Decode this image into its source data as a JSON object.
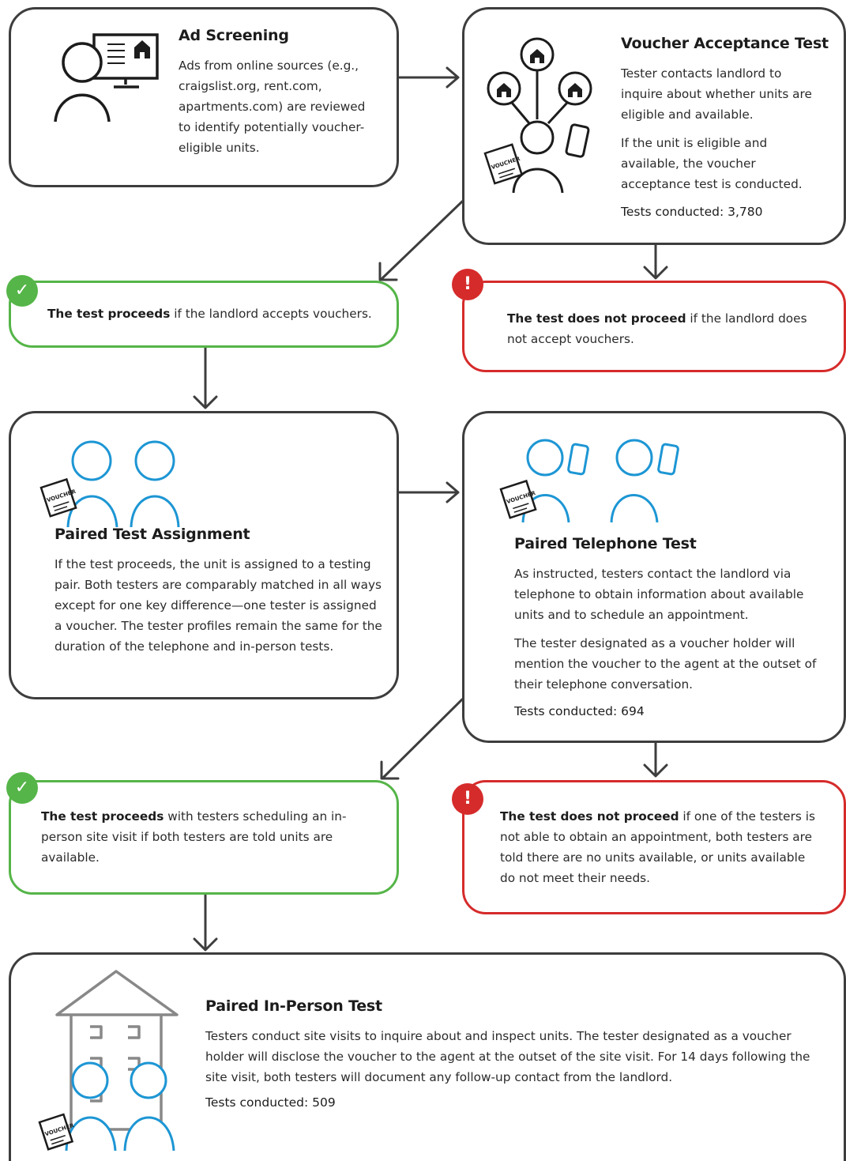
{
  "ad_screening": {
    "title": "Ad Screening",
    "body": "Ads from online sources (e.g., craigslist.org, rent.com, apartments.com) are reviewed to identify potentially voucher-eligible units."
  },
  "voucher_acceptance": {
    "title": "Voucher Acceptance Test",
    "para1": "Tester contacts landlord to inquire about whether units are eligible and available.",
    "para2": "If the unit is eligible and available, the voucher acceptance test is conducted.",
    "tests": "Tests conducted: 3,780"
  },
  "outcome1": {
    "proceed_bold": "The test proceeds",
    "proceed_rest": " if the landlord accepts vouchers.",
    "not_bold": "The test does not proceed",
    "not_rest": " if the landlord does not accept vouchers."
  },
  "paired_assignment": {
    "title": "Paired Test Assignment",
    "body": "If the test proceeds, the unit is assigned to a testing pair. Both testers are comparably matched in all ways except for one key difference—one tester is assigned a voucher. The tester profiles remain the same for the duration of the telephone and in-person tests."
  },
  "paired_telephone": {
    "title": "Paired Telephone Test",
    "para1": "As instructed, testers contact the landlord via telephone to obtain information about available units and to schedule an appointment.",
    "para2": "The tester designated as a voucher holder will mention the voucher to the agent at the outset of their telephone conversation.",
    "tests": "Tests conducted: 694"
  },
  "outcome2": {
    "proceed_bold": "The test proceeds",
    "proceed_rest": " with testers scheduling an in-person site visit if both testers are told units are available.",
    "not_bold": "The test does not proceed",
    "not_rest": " if one of the testers is not able to obtain an appointment, both testers are told there are no units available, or units available do not meet their needs."
  },
  "paired_inperson": {
    "title": "Paired In-Person Test",
    "body": "Testers conduct site visits to inquire about and inspect units. The tester designated as a voucher holder will disclose the voucher to the agent at the outset of the site visit. For 14 days following the site visit, both testers will document any follow-up contact from the landlord.",
    "tests": "Tests conducted: 509"
  },
  "voucher_doc_label": "VOUCHER",
  "badges": {
    "ok_glyph": "✓",
    "err_glyph": "!"
  },
  "colors": {
    "frame": "#3d3d3d",
    "green": "#55b548",
    "red": "#d62b2b",
    "blue": "#1d96d4",
    "gray": "#888888"
  },
  "icons": [
    "person-at-computer-icon",
    "person-with-houses-icon",
    "pair-of-people-icon",
    "people-with-phones-icon",
    "apartment-building-icon",
    "voucher-document-icon",
    "checkmark-icon",
    "exclamation-icon"
  ]
}
